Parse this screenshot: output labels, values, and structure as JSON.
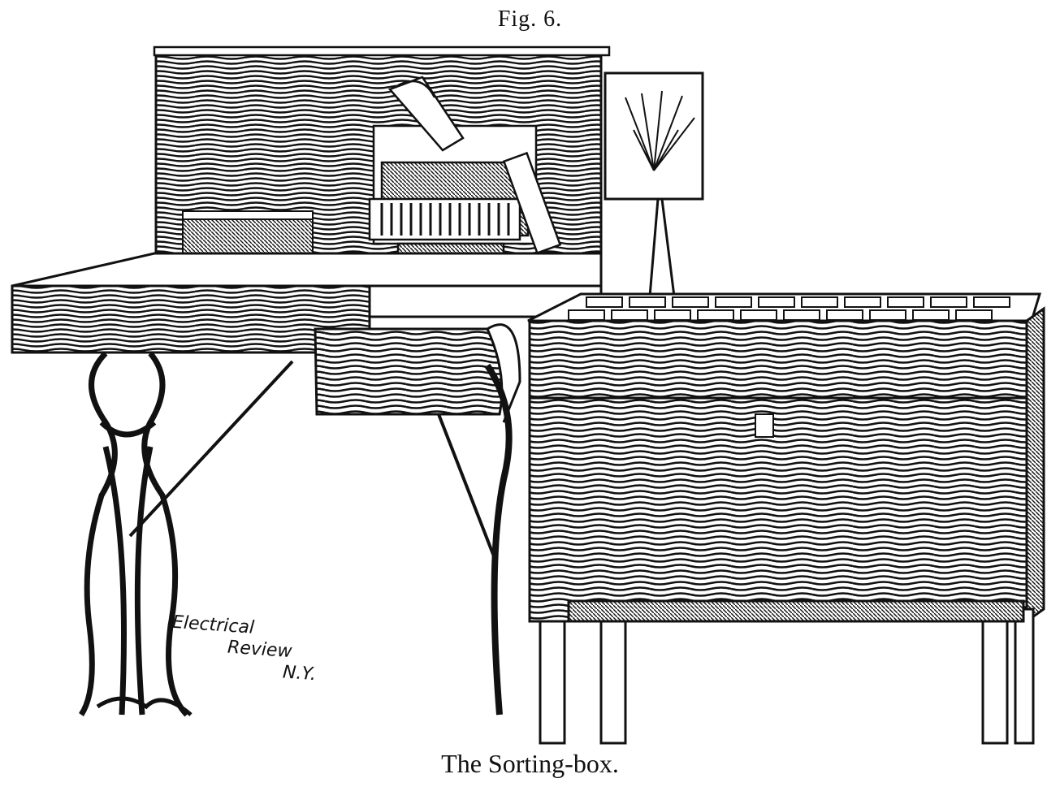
{
  "figure": {
    "label": "Fig. 6."
  },
  "caption": {
    "text": "The Sorting-box."
  },
  "signature": {
    "line1": "Electrical",
    "line2": "Review",
    "line3": "N.Y."
  },
  "colors": {
    "ink": "#111111",
    "paper": "#ffffff"
  }
}
